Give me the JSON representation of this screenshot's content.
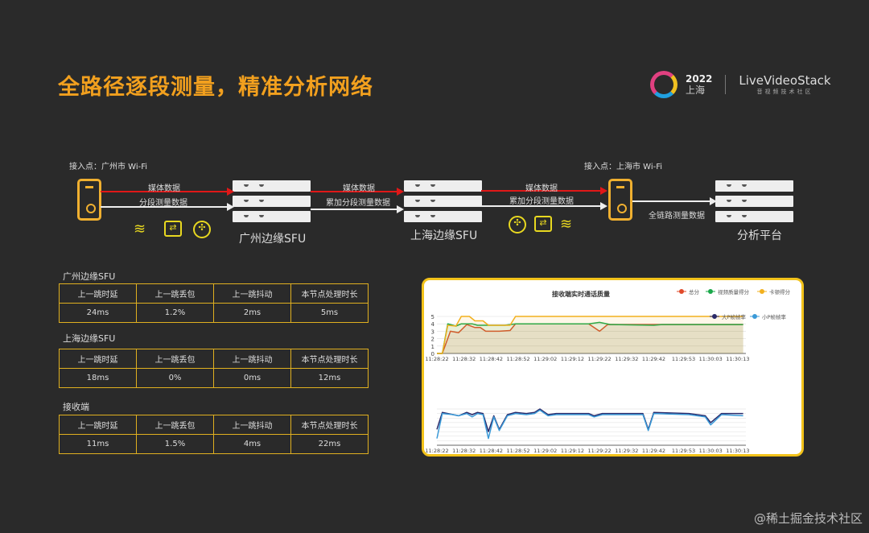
{
  "title": "全路径逐段测量，精准分析网络",
  "logo": {
    "year": "2022",
    "city": "上海",
    "brand": "LiveVideoStack",
    "sub": "音视频技术社区"
  },
  "diagram": {
    "access_gz": "接入点：广州市 Wi-Fi",
    "access_sh": "接入点：上海市 Wi-Fi",
    "media": "媒体数据",
    "seg": "分段测量数据",
    "acc": "累加分段测量数据",
    "full": "全链路测量数据",
    "gz_sfu": "广州边缘SFU",
    "sh_sfu": "上海边缘SFU",
    "platform": "分析平台",
    "icons": [
      "wifi-icon",
      "switch-icon",
      "router-icon"
    ]
  },
  "tables": [
    {
      "title": "广州边缘SFU",
      "headers": [
        "上一跳时延",
        "上一跳丢包",
        "上一跳抖动",
        "本节点处理时长"
      ],
      "values": [
        "24ms",
        "1.2%",
        "2ms",
        "5ms"
      ]
    },
    {
      "title": "上海边缘SFU",
      "headers": [
        "上一跳时延",
        "上一跳丢包",
        "上一跳抖动",
        "本节点处理时长"
      ],
      "values": [
        "18ms",
        "0%",
        "0ms",
        "12ms"
      ]
    },
    {
      "title": "接收端",
      "headers": [
        "上一跳时延",
        "上一跳丢包",
        "上一跳抖动",
        "本节点处理时长"
      ],
      "values": [
        "11ms",
        "1.5%",
        "4ms",
        "22ms"
      ]
    }
  ],
  "chart_data": [
    {
      "type": "line",
      "title": "接收端实时通话质量",
      "ylim": [
        0,
        5
      ],
      "yticks": [
        0,
        1,
        2,
        3,
        4,
        5
      ],
      "xticks": [
        "11:28:22",
        "11:28:32",
        "11:28:42",
        "11:28:52",
        "11:29:02",
        "11:29:12",
        "11:29:22",
        "11:29:32",
        "11:29:42",
        "11:29:53",
        "11:30:03",
        "11:30:13"
      ],
      "legend": "top-right",
      "series": [
        {
          "name": "总分",
          "color": "#e04a2a",
          "points": [
            [
              "11:28:22",
              0
            ],
            [
              "11:28:24",
              0
            ],
            [
              "11:28:27",
              3
            ],
            [
              "11:28:30",
              2.8
            ],
            [
              "11:28:33",
              3.9
            ],
            [
              "11:28:36",
              3.5
            ],
            [
              "11:28:38",
              3.5
            ],
            [
              "11:28:40",
              3.0
            ],
            [
              "11:28:45",
              3.0
            ],
            [
              "11:28:49",
              3.1
            ],
            [
              "11:28:51",
              4
            ],
            [
              "11:29:18",
              4
            ],
            [
              "11:29:22",
              3.0
            ],
            [
              "11:29:25",
              3.9
            ],
            [
              "11:30:15",
              3.9
            ]
          ]
        },
        {
          "name": "视频质量得分",
          "color": "#1aa84a",
          "points": [
            [
              "11:28:22",
              0
            ],
            [
              "11:28:24",
              0
            ],
            [
              "11:28:26",
              4
            ],
            [
              "11:28:29",
              3.7
            ],
            [
              "11:28:31",
              4
            ],
            [
              "11:28:35",
              4
            ],
            [
              "11:28:37",
              3.8
            ],
            [
              "11:28:47",
              3.8
            ],
            [
              "11:28:51",
              4
            ],
            [
              "11:29:18",
              4
            ],
            [
              "11:29:22",
              4.2
            ],
            [
              "11:29:26",
              3.9
            ],
            [
              "11:29:42",
              3.8
            ],
            [
              "11:29:45",
              3.9
            ],
            [
              "11:30:15",
              3.9
            ]
          ]
        },
        {
          "name": "卡顿得分",
          "color": "#f2b01e",
          "points": [
            [
              "11:28:22",
              0
            ],
            [
              "11:28:24",
              0
            ],
            [
              "11:28:26",
              3.8
            ],
            [
              "11:28:29",
              3.7
            ],
            [
              "11:28:31",
              5
            ],
            [
              "11:28:34",
              5
            ],
            [
              "11:28:36",
              4.4
            ],
            [
              "11:28:39",
              4.4
            ],
            [
              "11:28:41",
              3.8
            ],
            [
              "11:28:49",
              3.8
            ],
            [
              "11:28:51",
              5
            ],
            [
              "11:30:15",
              5
            ]
          ]
        }
      ]
    },
    {
      "type": "line",
      "ylim": [
        0,
        32
      ],
      "xticks": [
        "11:28:22",
        "11:28:32",
        "11:28:42",
        "11:28:52",
        "11:29:02",
        "11:29:12",
        "11:29:22",
        "11:29:32",
        "11:29:42",
        "11:29:53",
        "11:30:03",
        "11:30:13"
      ],
      "legend": "top-right",
      "series": [
        {
          "name": "大P帧帧率",
          "color": "#2a2a6a",
          "points": [
            [
              "11:28:22",
              14
            ],
            [
              "11:28:24",
              29
            ],
            [
              "11:28:28",
              27
            ],
            [
              "11:28:30",
              26
            ],
            [
              "11:28:33",
              29
            ],
            [
              "11:28:35",
              27
            ],
            [
              "11:28:37",
              29
            ],
            [
              "11:28:39",
              28
            ],
            [
              "11:28:41",
              12
            ],
            [
              "11:28:43",
              26
            ],
            [
              "11:28:45",
              14
            ],
            [
              "11:28:48",
              27
            ],
            [
              "11:28:51",
              29
            ],
            [
              "11:28:55",
              28
            ],
            [
              "11:28:58",
              29
            ],
            [
              "11:29:00",
              32
            ],
            [
              "11:29:03",
              27
            ],
            [
              "11:29:06",
              28
            ],
            [
              "11:29:18",
              28
            ],
            [
              "11:29:20",
              26
            ],
            [
              "11:29:23",
              28
            ],
            [
              "11:29:38",
              28
            ],
            [
              "11:29:40",
              14
            ],
            [
              "11:29:42",
              29
            ],
            [
              "11:29:55",
              28
            ],
            [
              "11:30:01",
              26
            ],
            [
              "11:30:03",
              20
            ],
            [
              "11:30:07",
              28
            ],
            [
              "11:30:15",
              28
            ]
          ]
        },
        {
          "name": "小P帧帧率",
          "color": "#3a9ad8",
          "points": [
            [
              "11:28:22",
              6
            ],
            [
              "11:28:24",
              28
            ],
            [
              "11:28:28",
              27
            ],
            [
              "11:28:30",
              26
            ],
            [
              "11:28:33",
              28
            ],
            [
              "11:28:35",
              25
            ],
            [
              "11:28:37",
              28
            ],
            [
              "11:28:39",
              27
            ],
            [
              "11:28:41",
              6
            ],
            [
              "11:28:43",
              25
            ],
            [
              "11:28:45",
              13
            ],
            [
              "11:28:48",
              26
            ],
            [
              "11:28:51",
              28
            ],
            [
              "11:28:55",
              27
            ],
            [
              "11:28:58",
              28
            ],
            [
              "11:29:00",
              31
            ],
            [
              "11:29:03",
              26
            ],
            [
              "11:29:06",
              27
            ],
            [
              "11:29:18",
              27
            ],
            [
              "11:29:20",
              25
            ],
            [
              "11:29:23",
              27
            ],
            [
              "11:29:38",
              27
            ],
            [
              "11:29:40",
              13
            ],
            [
              "11:29:42",
              28
            ],
            [
              "11:29:55",
              27
            ],
            [
              "11:30:01",
              25
            ],
            [
              "11:30:03",
              18
            ],
            [
              "11:30:07",
              27
            ],
            [
              "11:30:15",
              26
            ]
          ]
        }
      ]
    }
  ],
  "watermark": "@稀土掘金技术社区"
}
